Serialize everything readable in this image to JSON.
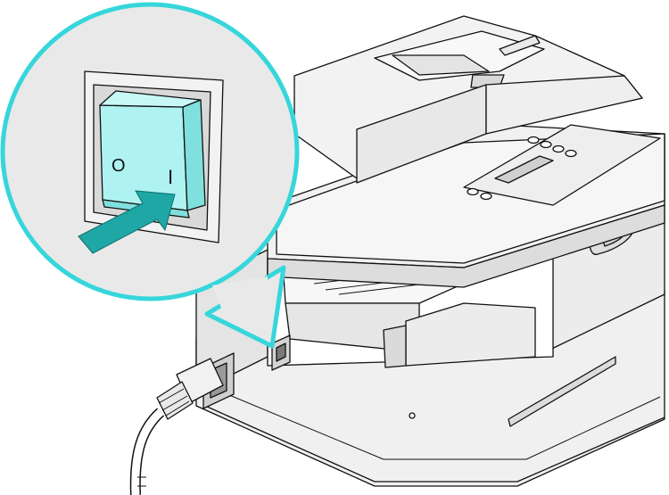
{
  "illustration": {
    "subject": "printer-power-switch",
    "colors": {
      "background": "#ffffff",
      "printer_body": "#f3f3f3",
      "printer_shade": "#e2e2e2",
      "printer_dark": "#cfcfcf",
      "outline": "#111111",
      "callout_ring": "#36d6db",
      "callout_fill": "#e9e9e9",
      "switch_fill": "#aef3f1",
      "switch_side": "#7fe0dd",
      "arrow": "#1fa7a5",
      "cable": "#ffffff"
    },
    "switch_symbols": {
      "off_symbol": "O",
      "on_symbol": "I"
    }
  }
}
